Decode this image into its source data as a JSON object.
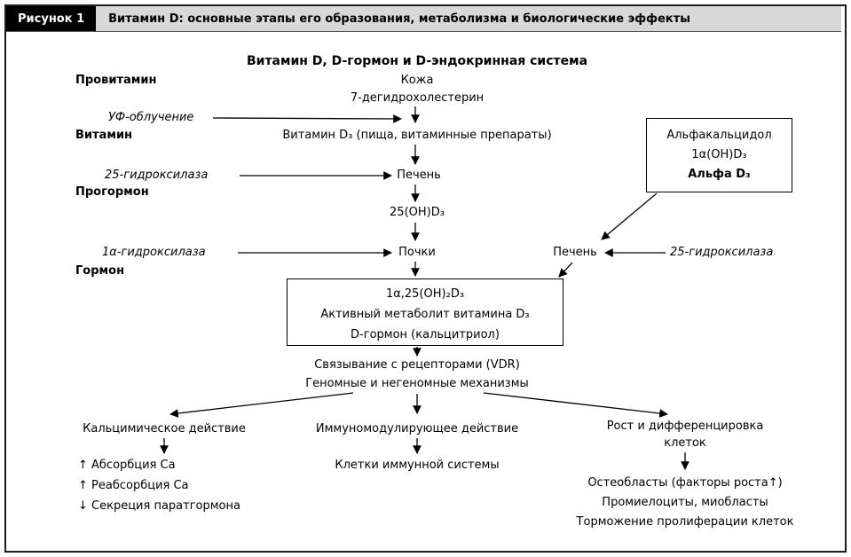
{
  "colors": {
    "header_bg": "#d8d8d8",
    "header_label_bg": "#000000",
    "line": "#000000"
  },
  "figure": {
    "label": "Рисунок 1",
    "caption": "Витамин D: основные этапы его образования, метаболизма и биологические эффекты"
  },
  "diagram": {
    "title": "Витамин D, D-гормон и D-эндокринная система",
    "stages": {
      "provitamin": "Провитамин",
      "vitamin": "Витамин",
      "prohormone": "Прогормон",
      "hormone": "Гормон"
    },
    "enzymes": {
      "uv": "УФ-облучение",
      "hydroxylase_25": "25-гидроксилаза",
      "hydroxylase_1a": "1α-гидроксилаза",
      "hydroxylase_25_right": "25-гидроксилаза"
    },
    "nodes": {
      "skin": "Кожа",
      "dehydrocholesterol": "7-дегидрохолестерин",
      "vitamin_d3": "Витамин D₃ (пища, витаминные препараты)",
      "liver": "Печень",
      "d25": "25(OH)D₃",
      "kidneys": "Почки",
      "liver_right": "Печень"
    },
    "alfacalcidol_box": {
      "line1": "Альфакальцидол",
      "line2": "1α(OH)D₃",
      "line3": "Альфа D₃"
    },
    "hormone_box": {
      "line1": "1α,25(OH)₂D₃",
      "line2": "Активный метаболит витамина D₃",
      "line3": "D-гормон (кальцитриол)"
    },
    "mechanisms": {
      "vdr": "Связывание с рецепторами (VDR)",
      "genomic": "Геномные и негеномные механизмы"
    },
    "effects": {
      "calcemic": {
        "title": "Кальцимическое действие",
        "items": [
          "↑ Абсорбция Ca",
          "↑ Реабсорбция Ca",
          "↓ Секреция паратгормона"
        ]
      },
      "immune": {
        "title": "Иммуномодулирующее действие",
        "items": [
          "Клетки иммунной системы"
        ]
      },
      "growth": {
        "title": "Рост и дифференцировка клеток",
        "items": [
          "Остеобласты (факторы роста↑)",
          "Промиелоциты, миобласты",
          "Торможение пролиферации клеток"
        ]
      }
    }
  }
}
